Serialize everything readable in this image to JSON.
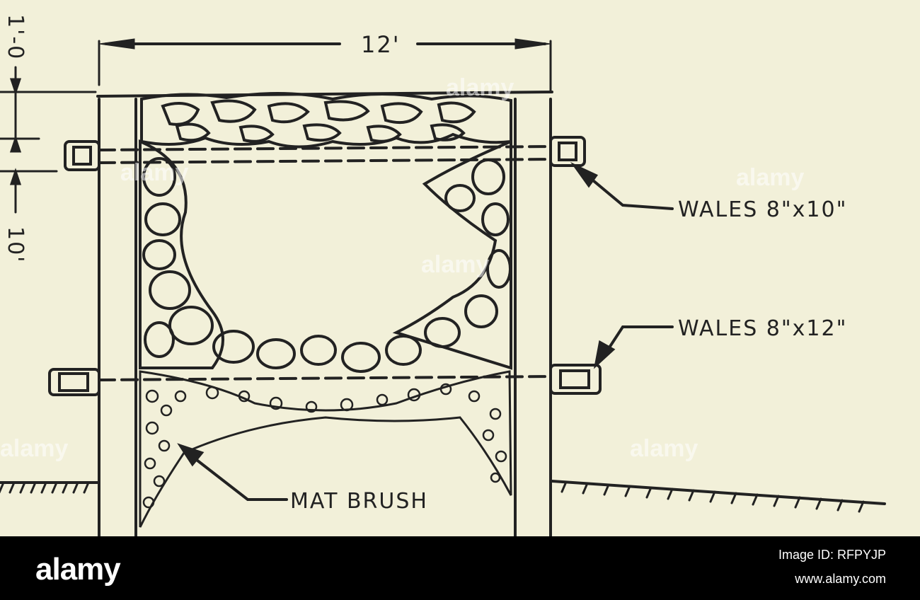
{
  "diagram": {
    "dimensions": {
      "width": "12'",
      "top_gap": "1'-0",
      "lower_gap": "10'"
    },
    "labels": {
      "wales_upper": "WALES 8\"x10\"",
      "wales_lower": "WALES 8\"x12\"",
      "mat_brush": "MAT BRUSH"
    },
    "watermark": "alamy"
  },
  "footer": {
    "logo": "alamy",
    "image_id": "Image ID: RFPYJP",
    "site": "www.alamy.com"
  }
}
